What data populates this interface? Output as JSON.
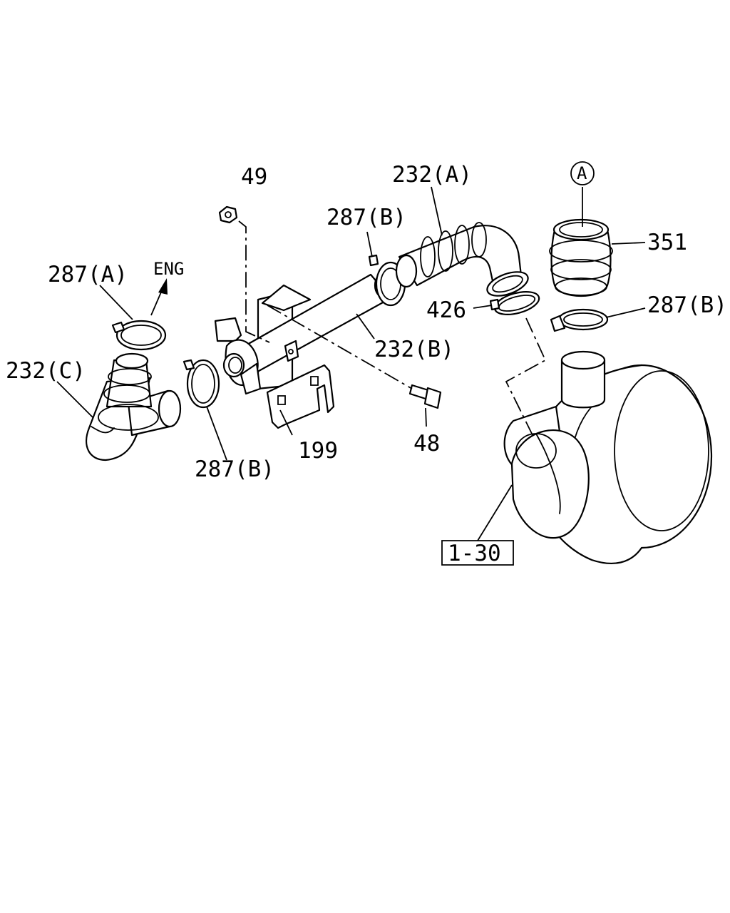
{
  "diagram": {
    "callouts": {
      "c49": "49",
      "c232A": "232(A)",
      "c287B_top": "287(B)",
      "c287A": "287(A)",
      "eng": "ENG",
      "c351": "351",
      "c426": "426",
      "c287B_right": "287(B)",
      "c232B": "232(B)",
      "c232C": "232(C)",
      "c48": "48",
      "c199": "199",
      "c287B_bottom": "287(B)",
      "ref_box": "1-30",
      "ref_circle": "A"
    },
    "colors": {
      "line": "#000000",
      "background": "#ffffff"
    }
  }
}
